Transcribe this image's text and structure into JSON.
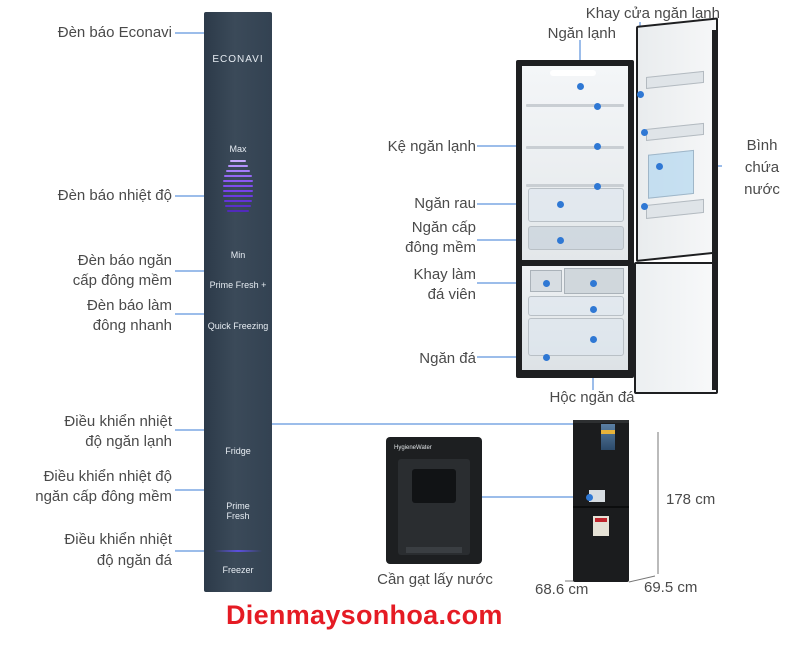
{
  "labels": {
    "econavi": "Đèn báo Econavi",
    "temp": "Đèn báo nhiệt độ",
    "prime_ind_1": "Đèn báo ngăn",
    "prime_ind_2": "cấp đông mềm",
    "quick_1": "Đèn báo làm",
    "quick_2": "đông nhanh",
    "fridge_ctrl_1": "Điều khiển nhiệt",
    "fridge_ctrl_2": "độ ngăn lạnh",
    "prime_ctrl_1": "Điều khiển nhiệt độ",
    "prime_ctrl_2": "ngăn cấp đông mềm",
    "freezer_ctrl_1": "Điều khiển nhiệt",
    "freezer_ctrl_2": "độ ngăn đá",
    "fridge_door_tray": "Khay cửa ngăn lạnh",
    "fridge_compartment": "Ngăn lạnh",
    "fridge_shelf": "Kệ ngăn lạnh",
    "water_tank_1": "Bình",
    "water_tank_2": "chứa",
    "water_tank_3": "nước",
    "vegetable": "Ngăn rau",
    "soft_freeze_1": "Ngăn cấp",
    "soft_freeze_2": "đông mềm",
    "ice_tray_1": "Khay làm",
    "ice_tray_2": "đá viên",
    "freezer": "Ngăn đá",
    "freezer_drawer": "Hộc ngăn đá",
    "dispenser_lever": "Cần gạt lấy nước"
  },
  "panel": {
    "econavi": "ECONAVI",
    "max": "Max",
    "min": "Min",
    "prime_fresh_plus": "Prime Fresh +",
    "quick_freezing": "Quick Freezing",
    "fridge": "Fridge",
    "prime": "Prime",
    "fresh": "Fresh",
    "freezer": "Freezer"
  },
  "dispenser": {
    "brand": "HygieneWater"
  },
  "dimensions": {
    "height": "178 cm",
    "width": "68.6 cm",
    "depth": "69.5 cm"
  },
  "watermark": "Dienmaysonhoa.com",
  "colors": {
    "leader_line": "#3a7bd5",
    "dot": "#2f78d4",
    "brand": "#e51b24",
    "panel": "#344353"
  }
}
